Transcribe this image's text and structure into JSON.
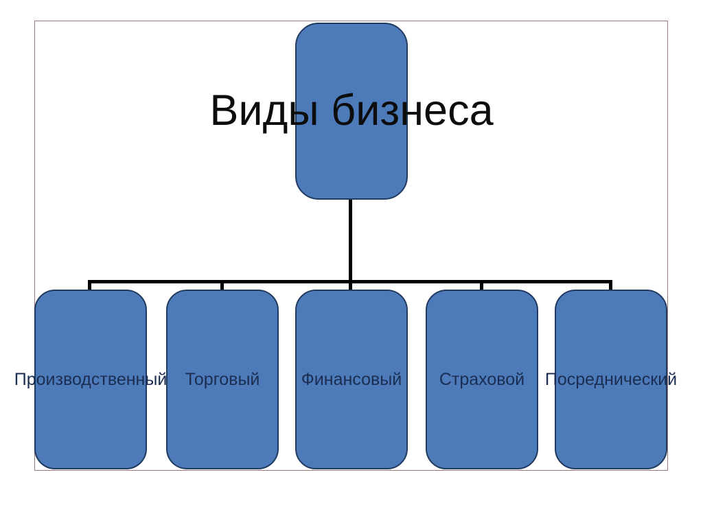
{
  "slide": {
    "title": "Виды бизнеса"
  },
  "diagram": {
    "root": {
      "label": ""
    },
    "children": [
      {
        "label": "Производственный"
      },
      {
        "label": "Торговый"
      },
      {
        "label": "Финансовый"
      },
      {
        "label": "Страховой"
      },
      {
        "label": "Посреднический"
      }
    ]
  },
  "colors": {
    "node_fill": "#4d7bba",
    "node_border": "#203a60",
    "connector": "#000000",
    "frame_border": "#9d767c",
    "label_text": "#1b2e52",
    "title_text": "#0d0d0d"
  }
}
